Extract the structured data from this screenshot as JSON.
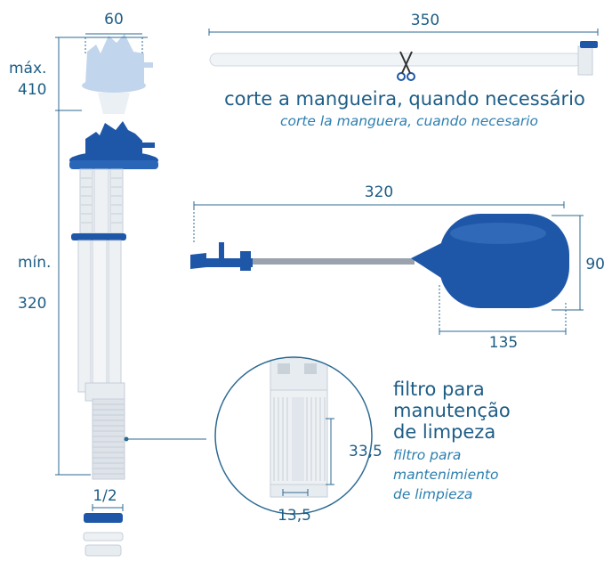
{
  "dimensions": {
    "top_width": "60",
    "max_label": "máx.",
    "max_value": "410",
    "min_label": "mín.",
    "min_value": "320",
    "thread": "1/2",
    "hose_length": "350",
    "arm_length": "320",
    "float_height": "90",
    "float_width": "135",
    "filter_height": "33,5",
    "filter_width": "13,5"
  },
  "hose_note": {
    "pt": "corte a mangueira, quando necessário",
    "es": "corte la manguera, cuando necesario"
  },
  "filter_note": {
    "pt": [
      "filtro para",
      "manutenção",
      "de limpeza"
    ],
    "es": [
      "filtro para",
      "mantenimiento",
      "de limpieza"
    ]
  },
  "colors": {
    "accent_blue": "#1f57a8",
    "light_blue": "#9dbfe6",
    "label_blue": "#1d5d86",
    "italic_blue": "#2c7fb0",
    "part_white": "#eef1f4"
  },
  "icons": [
    "scissors-icon"
  ]
}
